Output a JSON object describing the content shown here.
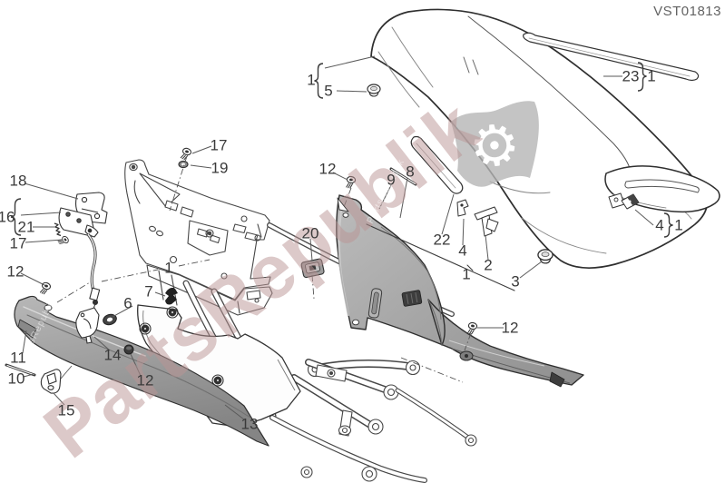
{
  "header": {
    "drawing_code": "VST01813"
  },
  "watermark": {
    "text": "PartsRepublik",
    "logo_glyph": "⚙",
    "small_fragment": "PartsRepublik"
  },
  "diagram": {
    "type": "exploded-parts-diagram",
    "subject": "Motorcycle seat assembly with rear subframe, side panels and seat latch",
    "callouts": [
      {
        "label": "1"
      },
      {
        "label": "5"
      },
      {
        "label": "23"
      },
      {
        "label": "1"
      },
      {
        "label": "12"
      },
      {
        "label": "9"
      },
      {
        "label": "8"
      },
      {
        "label": "17"
      },
      {
        "label": "19"
      },
      {
        "label": "18"
      },
      {
        "label": "16"
      },
      {
        "label": "21"
      },
      {
        "label": "17"
      },
      {
        "label": "12"
      },
      {
        "label": "11"
      },
      {
        "label": "10"
      },
      {
        "label": "15"
      },
      {
        "label": "14"
      },
      {
        "label": "6"
      },
      {
        "label": "7"
      },
      {
        "label": "20"
      },
      {
        "label": "13"
      },
      {
        "label": "12"
      },
      {
        "label": "22"
      },
      {
        "label": "4"
      },
      {
        "label": "2"
      },
      {
        "label": "1"
      },
      {
        "label": "3"
      },
      {
        "label": "12"
      },
      {
        "label": "4"
      },
      {
        "label": "1"
      },
      {
        "label": "1"
      }
    ]
  }
}
